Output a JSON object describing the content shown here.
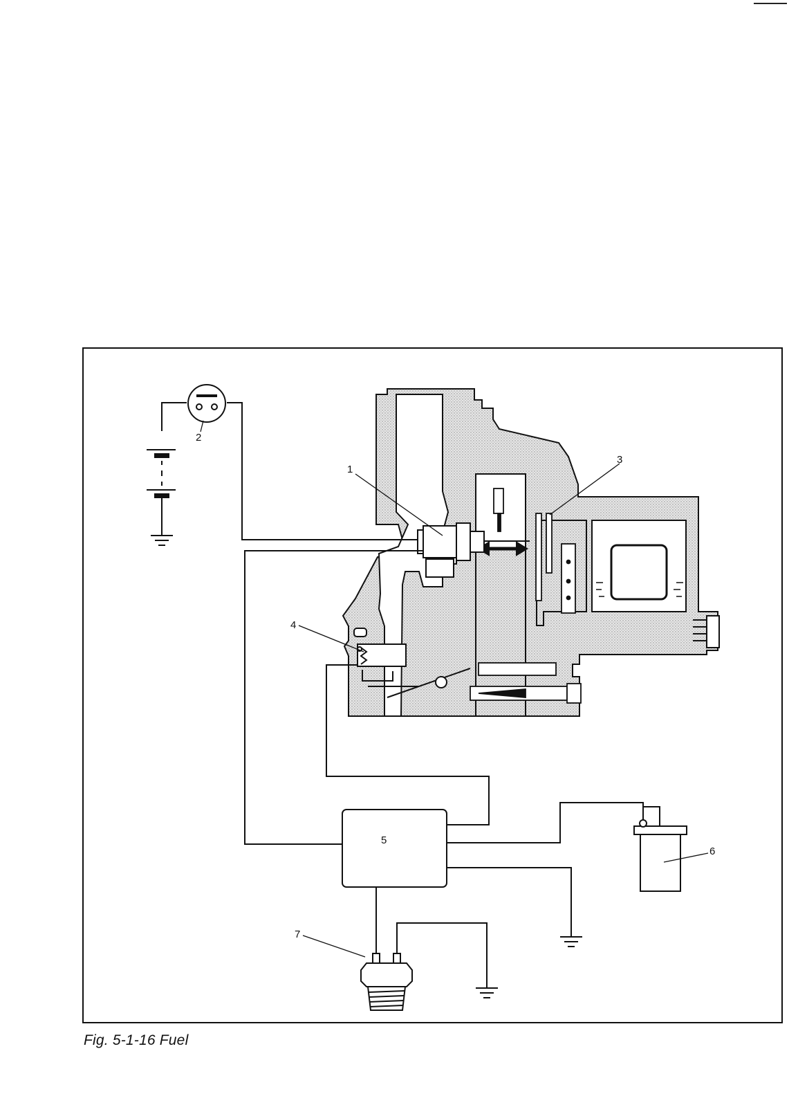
{
  "figure": {
    "caption": "Fig. 5-1-16  Fuel",
    "callouts": [
      {
        "id": "callout-1",
        "text": "1"
      },
      {
        "id": "callout-2",
        "text": "2"
      },
      {
        "id": "callout-3",
        "text": "3"
      },
      {
        "id": "callout-4",
        "text": "4"
      },
      {
        "id": "callout-5",
        "text": "5"
      },
      {
        "id": "callout-6",
        "text": "6"
      },
      {
        "id": "callout-7",
        "text": "7"
      }
    ]
  }
}
